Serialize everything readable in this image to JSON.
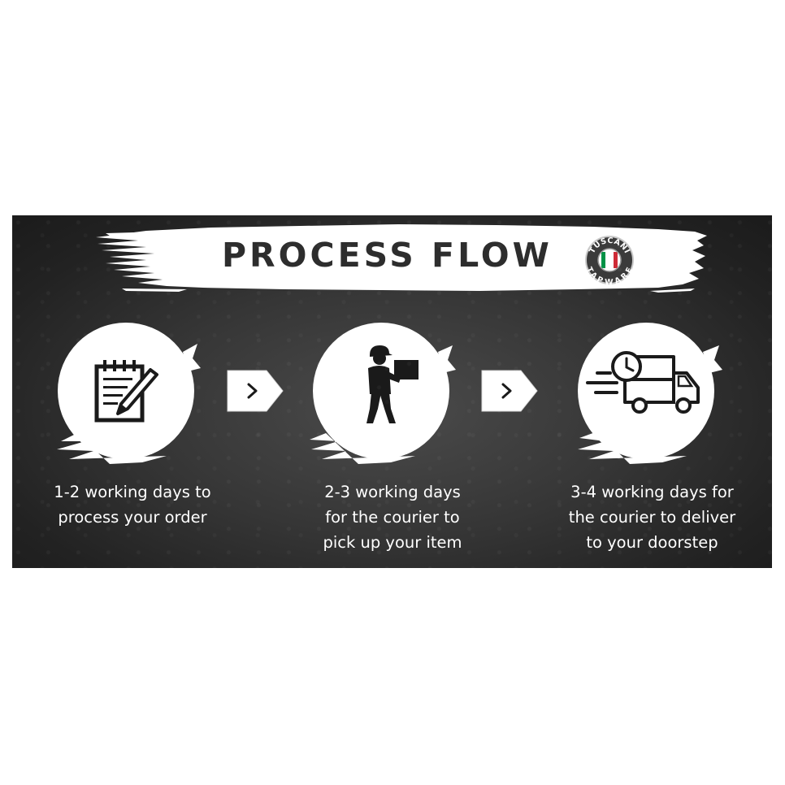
{
  "title": "PROCESS FLOW",
  "logo": {
    "text_top": "TUSCANI",
    "text_bottom": "TAPWARE",
    "flag_colors": [
      "#009246",
      "#ffffff",
      "#ce2b37"
    ]
  },
  "colors": {
    "background": "#2e2e2e",
    "white": "#ffffff",
    "title_text": "#2d2d2d",
    "icon": "#1a1a1a"
  },
  "steps": [
    {
      "icon": "notepad-pencil-icon",
      "lines": [
        "1-2 working days to",
        "process your order"
      ]
    },
    {
      "icon": "courier-carrying-box-icon",
      "lines": [
        "2-3 working days",
        "for the courier to",
        "pick up your item"
      ]
    },
    {
      "icon": "delivery-truck-clock-icon",
      "lines": [
        "3-4 working days for",
        "the courier to deliver",
        "to your doorstep"
      ]
    }
  ],
  "arrows": [
    {
      "glyph": ">"
    },
    {
      "glyph": ">"
    }
  ]
}
